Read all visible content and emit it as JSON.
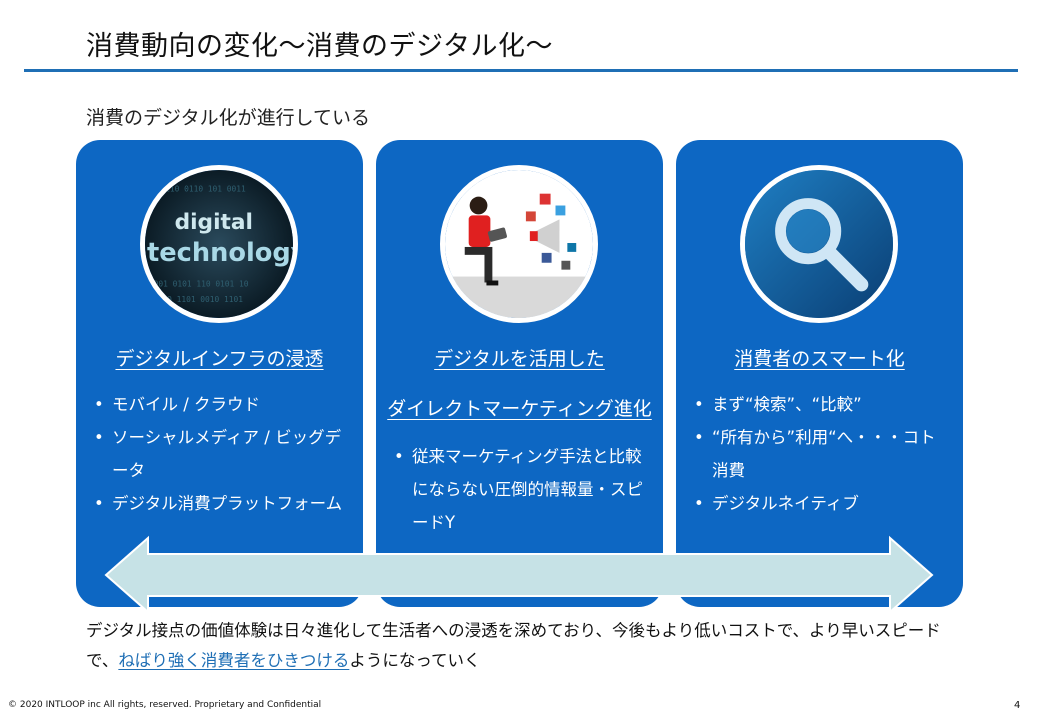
{
  "title": "消費動向の変化～消費のデジタル化～",
  "subtitle": "消費のデジタル化が進行している",
  "cards": [
    {
      "image_icon": "digital-technology-image",
      "image_text": [
        "digital",
        "technology"
      ],
      "heading": "デジタルインフラの浸透",
      "bullets": [
        "モバイル / クラウド",
        "ソーシャルメディア / ビッグデータ",
        "デジタル消費プラットフォーム"
      ]
    },
    {
      "image_icon": "social-media-person-image",
      "heading_line1": "デジタルを活用した",
      "heading_line2": "ダイレクトマーケティング進化",
      "bullets": [
        "従来マーケティング手法と比較にならない圧倒的情報量・スピードY"
      ]
    },
    {
      "image_icon": "magnifier-image",
      "heading": "消費者のスマート化",
      "bullets": [
        "まず“検索”、“比較”",
        "“所有から”利用“へ・・・コト消費",
        "デジタルネイティブ"
      ]
    }
  ],
  "bottom": {
    "part1": "デジタル接点の価値体験は日々進化して生活者への浸透を深めており、今後もより低いコストで、より早いスピードで、",
    "highlight": "ねばり強く消費者をひきつける",
    "part2": "ようになっていく"
  },
  "footer": "© 2020 INTLOOP inc All rights, reserved.   Proprietary and Confidential",
  "page_number": "4",
  "colors": {
    "card_blue": "#0d67c3",
    "rule_blue": "#1f6fb5",
    "arrow_fill": "#c6e2e6"
  }
}
